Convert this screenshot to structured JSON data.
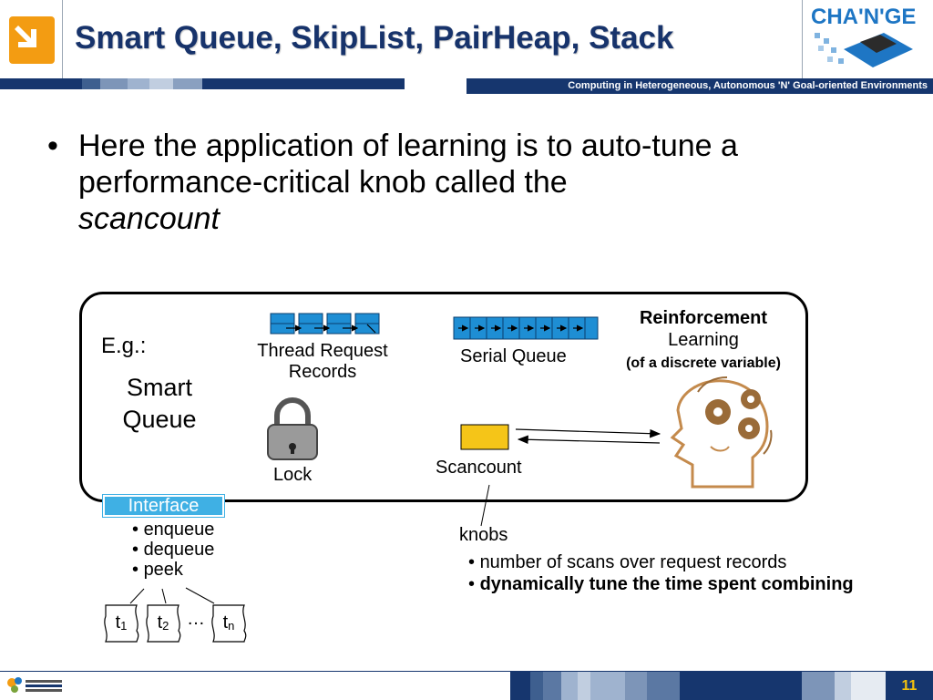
{
  "header": {
    "title": "Smart Queue, SkipList, PairHeap, Stack",
    "logo_text": "CHA'N'GE",
    "tagline": "Computing in Heterogeneous, Autonomous 'N' Goal-oriented Environments"
  },
  "bullet": {
    "text": "Here the application of learning is to auto-tune a performance-critical knob called the",
    "emphasis": "scancount"
  },
  "diagram": {
    "eg_label": "E.g.:",
    "smart_line1": "Smart",
    "smart_line2": "Queue",
    "trr_line1": "Thread Request",
    "trr_line2": "Records",
    "serial_queue": "Serial Queue",
    "rl_bold": "Reinforcement",
    "rl_line2": "Learning",
    "rl_line3": "(of a discrete variable)",
    "lock": "Lock",
    "scancount": "Scancount",
    "interface": "Interface",
    "ops": [
      "enqueue",
      "dequeue",
      "peek"
    ],
    "knobs": "knobs",
    "knob_points": [
      "number of scans over request records",
      "dynamically tune the time spent combining"
    ],
    "threads": [
      {
        "t": "t",
        "sub": "1"
      },
      {
        "t": "t",
        "sub": "2"
      },
      {
        "t": "t",
        "sub": "n"
      }
    ],
    "ellipsis": "…"
  },
  "footer": {
    "page_number": "11"
  },
  "colors": {
    "title": "#17336b",
    "navy": "#16366e",
    "node_blue": "#1e8ed4",
    "scancount_fill": "#f5c518",
    "interface_bg": "#3fb0e4",
    "gear": "#9a6b38",
    "page_num": "#f4c20d"
  },
  "icons": [
    "download-arrow-icon",
    "lock-icon",
    "brain-gears-icon"
  ]
}
